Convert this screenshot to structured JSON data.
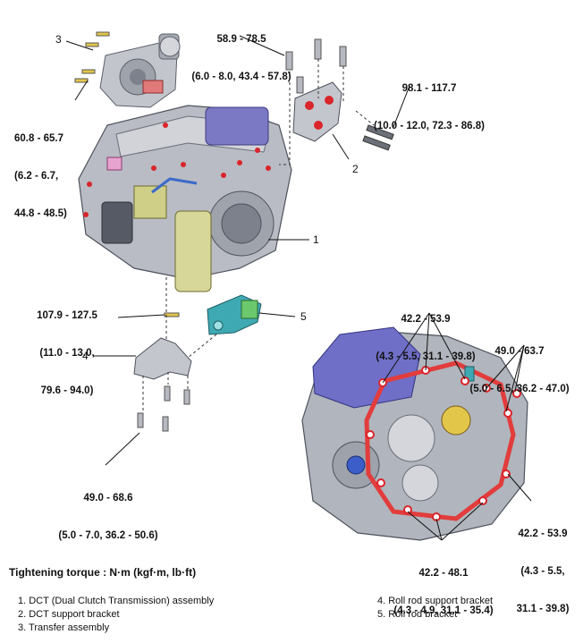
{
  "callouts": {
    "top_center": {
      "line1": "58.9 - 78.5",
      "line2": "(6.0 - 8.0, 43.4 - 57.8)"
    },
    "top_right": {
      "line1": "98.1 - 117.7",
      "line2": "(10.0 - 12.0, 72.3 - 86.8)"
    },
    "left_mid": {
      "line1": "60.8 - 65.7",
      "line2": "(6.2 - 6.7,",
      "line3": "44.8 - 48.5)"
    },
    "roll_rod": {
      "line1": "107.9 - 127.5",
      "line2": "(11.0 - 13.0,",
      "line3": "79.6 - 94.0)"
    },
    "bottom_left": {
      "line1": "49.0 - 68.6",
      "line2": "(5.0 - 7.0, 36.2 - 50.6)"
    },
    "case_top": {
      "line1": "42.2 - 53.9",
      "line2": "(4.3 - 5.5, 31.1 - 39.8)"
    },
    "case_top_right": {
      "line1": "49.0 - 63.7",
      "line2": "(5.0 - 6.5, 36.2 - 47.0)"
    },
    "case_right": {
      "line1": "42.2 - 53.9",
      "line2": "(4.3 - 5.5,",
      "line3": "31.1 - 39.8)"
    },
    "case_bottom": {
      "line1": "42.2 - 48.1",
      "line2": "(4.3 - 4.9, 31.1 - 35.4)"
    }
  },
  "part_numbers": {
    "n1": "1",
    "n2": "2",
    "n3": "3",
    "n4": "4",
    "n5": "5"
  },
  "torque_heading": "Tightening torque : N·m (kgf·m, lb·ft)",
  "legend_left": [
    "1. DCT (Dual Clutch Transmission) assembly",
    "2. DCT support bracket",
    "3. Transfer assembly"
  ],
  "legend_right": [
    "4. Roll rod support bracket",
    "5. Roll rod bracket"
  ],
  "colors": {
    "housing": "#b9bcc4",
    "housing_dark": "#7d818c",
    "gasket_red": "#e23c3c",
    "bolt_red": "#d9252b",
    "cover_purple": "#6f6fc8",
    "pan_yellow": "#d8d79a",
    "bracket_teal": "#3fa9b3"
  }
}
